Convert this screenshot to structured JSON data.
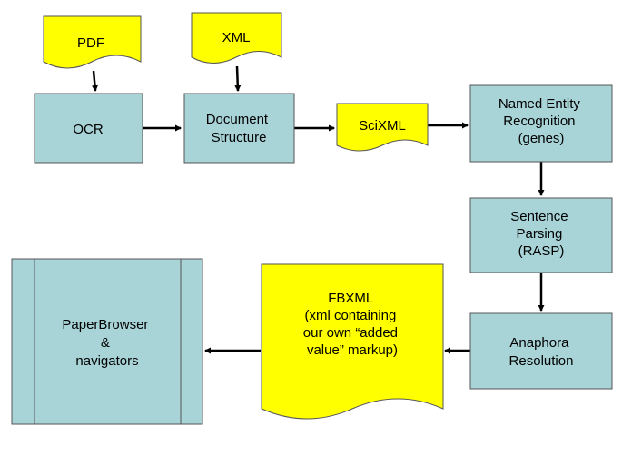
{
  "colors": {
    "process_fill": "#a8d4d8",
    "document_fill": "#ffff00",
    "stroke": "#555555",
    "arrow": "#000000"
  },
  "nodes": {
    "pdf": {
      "lines": [
        "PDF"
      ]
    },
    "xml": {
      "lines": [
        "XML"
      ]
    },
    "ocr": {
      "lines": [
        "OCR"
      ]
    },
    "doc_structure": {
      "lines": [
        "Document",
        "Structure"
      ]
    },
    "scixml": {
      "lines": [
        "SciXML"
      ]
    },
    "ner": {
      "lines": [
        "Named Entity",
        "Recognition",
        "(genes)"
      ]
    },
    "parsing": {
      "lines": [
        "Sentence",
        "Parsing",
        "(RASP)"
      ]
    },
    "anaphora": {
      "lines": [
        "Anaphora",
        "Resolution"
      ]
    },
    "fbxml": {
      "lines": [
        "FBXML",
        "(xml containing",
        "our own “added",
        "value” markup)"
      ]
    },
    "paperbrowser": {
      "lines": [
        "PaperBrowser",
        "&",
        "navigators"
      ]
    }
  }
}
